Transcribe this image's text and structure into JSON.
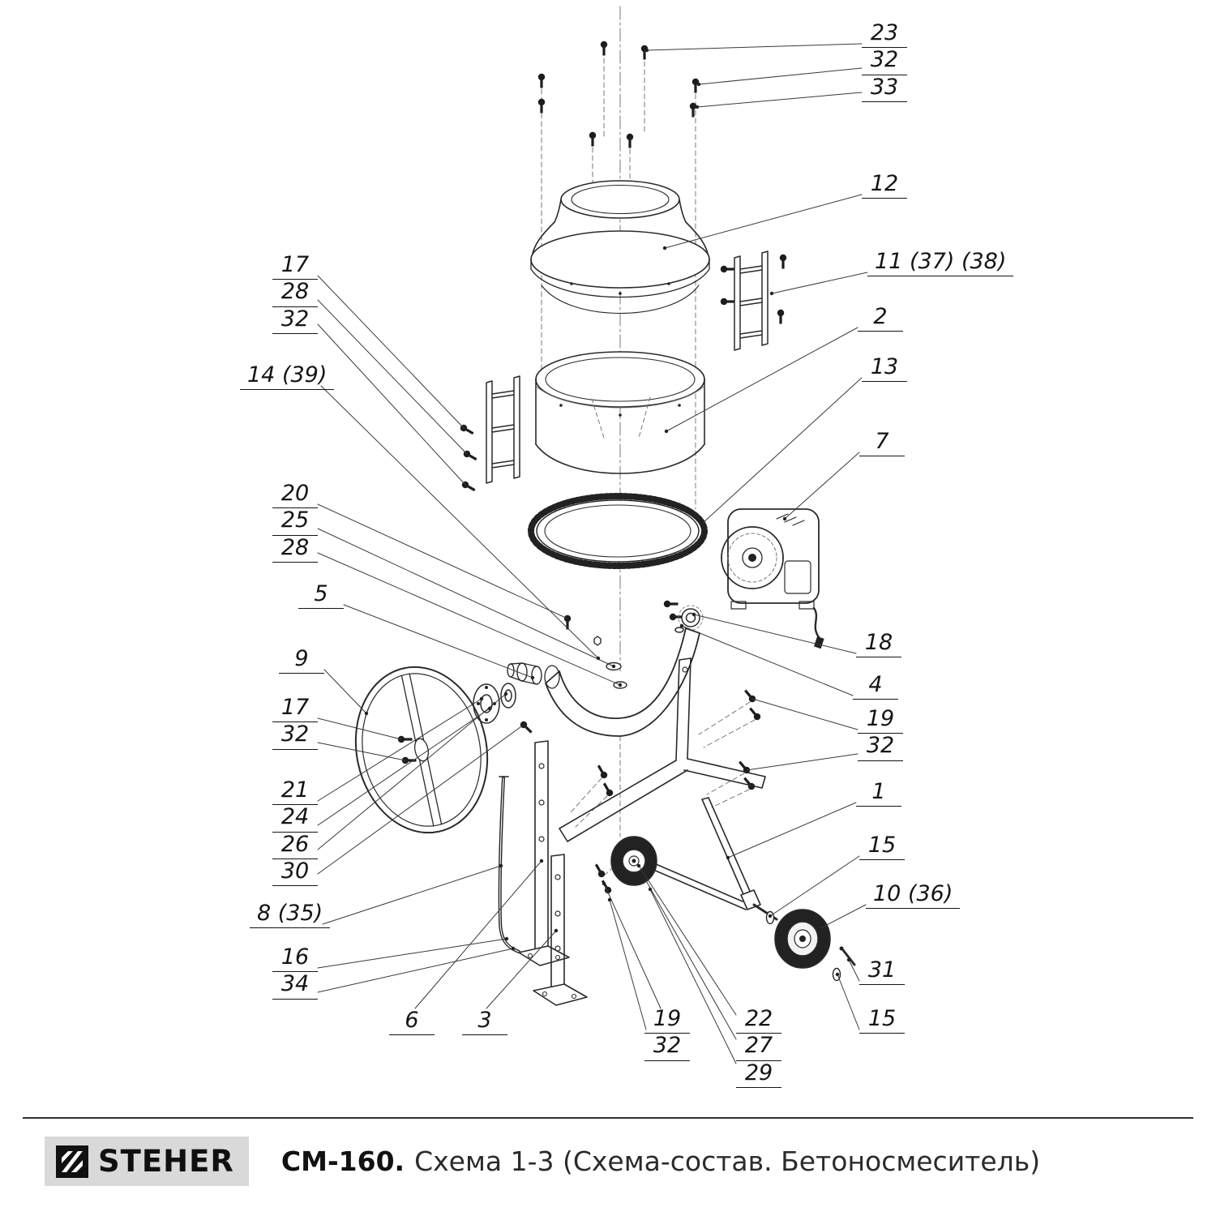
{
  "callouts": {
    "top_right": [
      "23",
      "32",
      "33"
    ],
    "part_12": [
      "12"
    ],
    "part_11": [
      "11 (37) (38)"
    ],
    "part_2": [
      "2"
    ],
    "part_13": [
      "13"
    ],
    "part_7": [
      "7"
    ],
    "left_upper": [
      "17",
      "28",
      "32"
    ],
    "part_14": [
      "14 (39)"
    ],
    "left_mid": [
      "20",
      "25",
      "28"
    ],
    "part_5": [
      "5"
    ],
    "part_9": [
      "9"
    ],
    "left_lower": [
      "17",
      "32"
    ],
    "left_hub": [
      "21",
      "24",
      "26",
      "30"
    ],
    "part_8": [
      "8 (35)"
    ],
    "left_rod": [
      "16",
      "34"
    ],
    "part_6": [
      "6"
    ],
    "part_3": [
      "3"
    ],
    "part_18": [
      "18"
    ],
    "part_4": [
      "4"
    ],
    "right_bolts": [
      "19",
      "32"
    ],
    "part_1": [
      "1"
    ],
    "part_15_upper": [
      "15"
    ],
    "part_10": [
      "10 (36)"
    ],
    "part_31": [
      "31"
    ],
    "part_15_lower": [
      "15"
    ],
    "bottom_bolts": [
      "19",
      "32"
    ],
    "bottom_axle": [
      "22",
      "27",
      "29"
    ]
  },
  "footer": {
    "brand": "STEHER",
    "logo_icon": "steher-hatched-square",
    "model": "СМ-160.",
    "title": "Схема 1-3 (Схема-состав. Бетоносмеситель)"
  }
}
